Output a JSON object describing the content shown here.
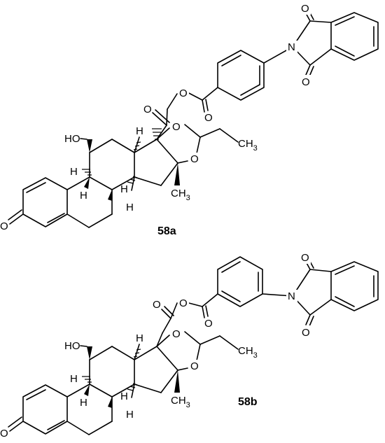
{
  "compounds": [
    {
      "id": "58a",
      "caption": "58a",
      "labels": {
        "oxo_top": "O",
        "n_imide": "N",
        "oxo_bottom": "O",
        "ester_o": "O",
        "ester_carbonyl_o": "O",
        "ketone_o": "O",
        "h_c13": "H",
        "o_acetal_1": "O",
        "o_acetal_2": "O",
        "propyl": "CH",
        "propyl_sub": "3",
        "hydroxy": "HO",
        "h_c9": "H",
        "h_c10": "H",
        "h_c14": "H",
        "methyl": "CH",
        "methyl_sub": "3",
        "h_c8": "H",
        "oxo_a_ring": "O"
      }
    },
    {
      "id": "58b",
      "caption": "58b",
      "labels": {
        "oxo_top": "O",
        "n_imide": "N",
        "oxo_bottom": "O",
        "ester_o": "O",
        "ester_carbonyl_o": "O",
        "ketone_o": "O",
        "h_c13": "H",
        "o_acetal_1": "O",
        "o_acetal_2": "O",
        "propyl": "CH",
        "propyl_sub": "3",
        "hydroxy": "HO",
        "h_c9": "H",
        "h_c10": "H",
        "h_c14": "H",
        "methyl": "CH",
        "methyl_sub": "3",
        "h_c8": "H",
        "oxo_a_ring": "O"
      }
    }
  ]
}
